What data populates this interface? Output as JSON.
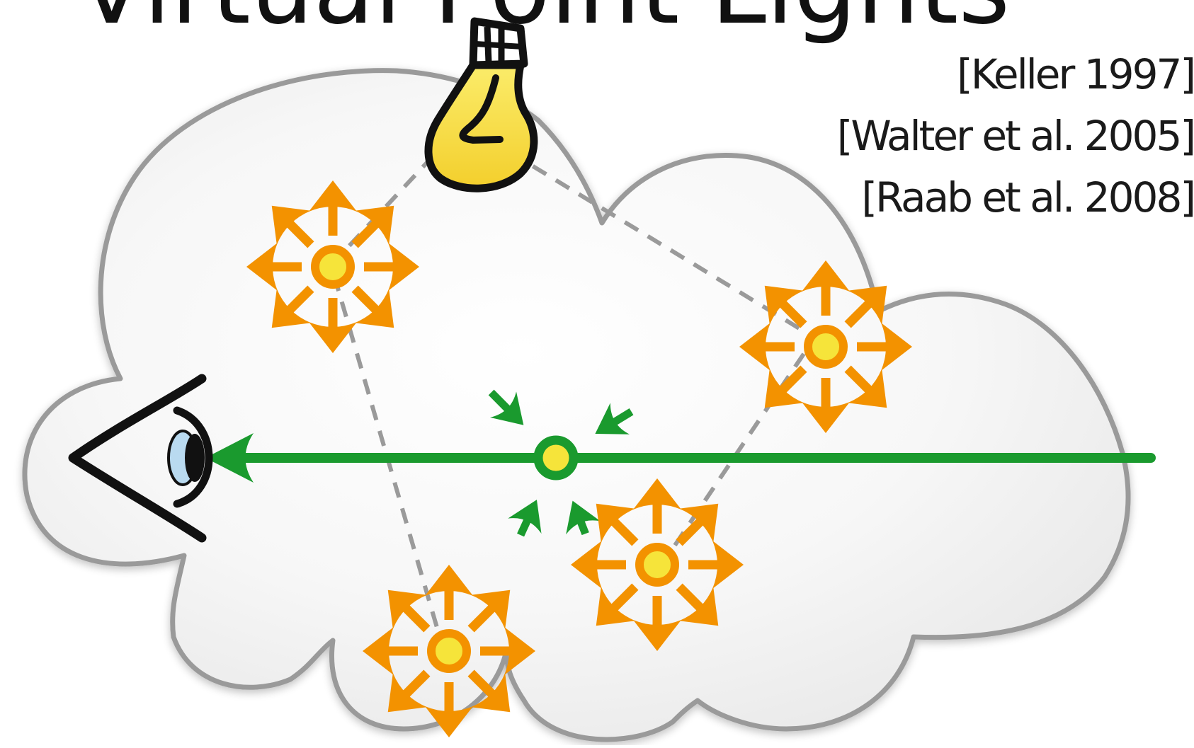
{
  "title": "Virtual Point Lights",
  "references": [
    "[Keller 1997]",
    "[Walter et al. 2005]",
    "[Raab et al. 2008]"
  ],
  "colors": {
    "cloud_fill": "#f0f0f0",
    "cloud_stroke": "#9a9a9a",
    "vpl_arrow": "#f39200",
    "vpl_center": "#f6e43a",
    "ray": "#1a9a2e",
    "path": "#9a9a9a",
    "bulb": "#f7d73a",
    "eye_iris": "#b9daf0"
  },
  "icons": {
    "light_source": "light-bulb-icon",
    "camera": "eye-icon",
    "vpl": "virtual-point-light-icon",
    "query_point": "gather-point-icon"
  }
}
